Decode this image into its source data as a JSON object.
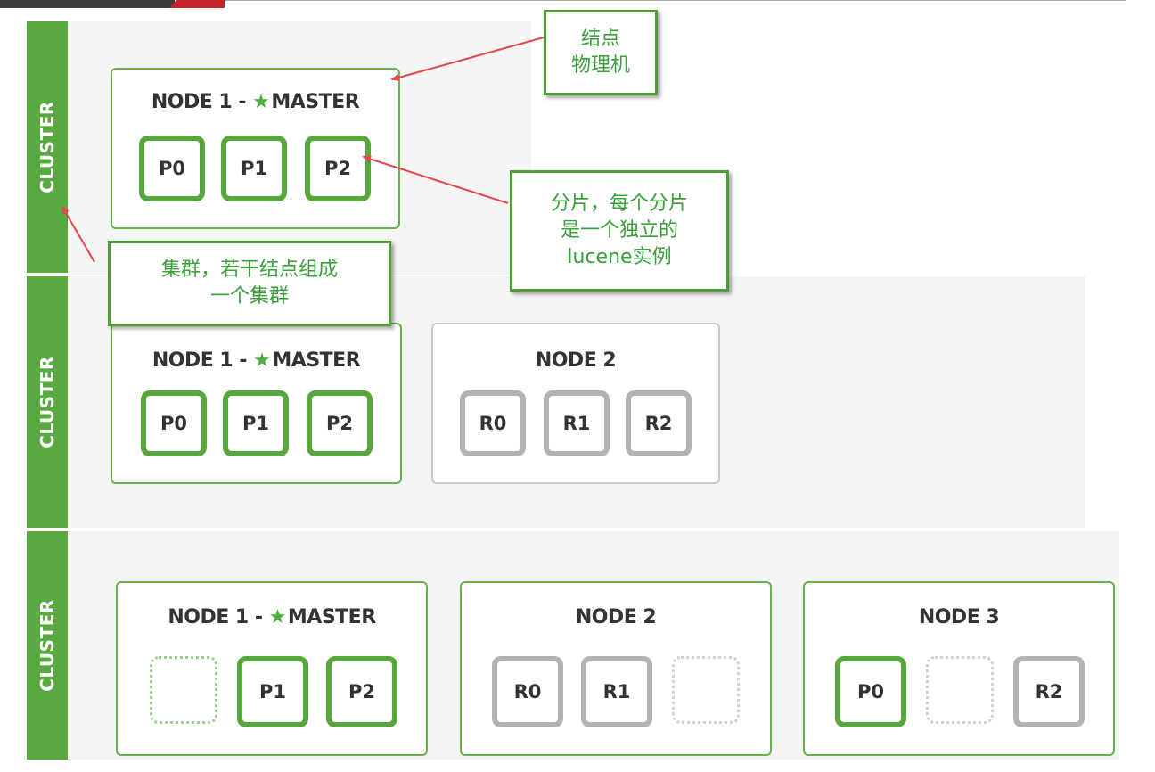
{
  "cluster_label": "CLUSTER",
  "node_titles": {
    "master": "NODE 1 - ",
    "master_suffix": "MASTER",
    "node2": "NODE 2",
    "node3": "NODE 3"
  },
  "shards": {
    "p0": "P0",
    "p1": "P1",
    "p2": "P2",
    "r0": "R0",
    "r1": "R1",
    "r2": "R2"
  },
  "callouts": {
    "node": "结点\n物理机",
    "shard": "分片，每个分片\n是一个独立的\nlucene实例",
    "cluster": "集群，若干结点组成\n一个集群"
  },
  "colors": {
    "primary_green": "#57a83c",
    "replica_gray": "#b3b3b3",
    "cluster_strip": "#58a93f",
    "arrow_red": "#e8474c",
    "callout_text": "#3aa03a"
  },
  "icons": {
    "master_marker": "star-icon"
  }
}
